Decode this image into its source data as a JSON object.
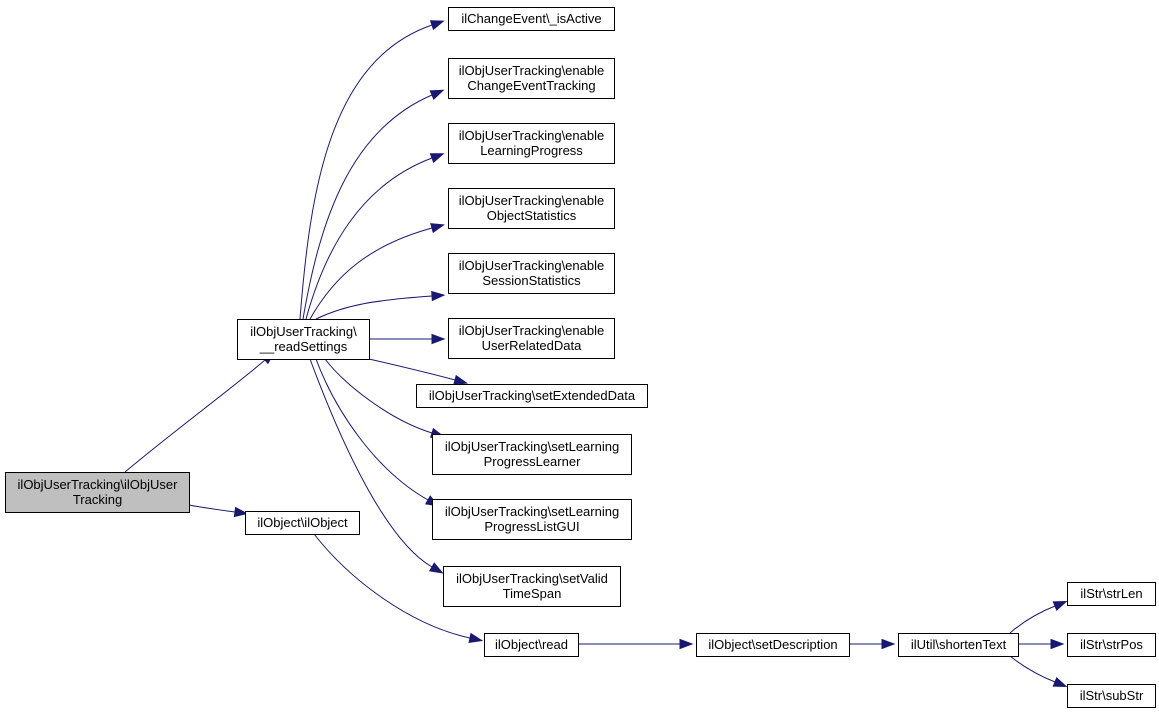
{
  "colors": {
    "edge": "#191970",
    "root_fill": "#bfbfbf",
    "node_fill": "#ffffff",
    "node_stroke": "#000000"
  },
  "nodes": {
    "root": {
      "lines": [
        "ilObjUserTracking\\ilObjUser",
        "Tracking"
      ]
    },
    "readSettings": {
      "lines": [
        "ilObjUserTracking\\",
        "__readSettings"
      ]
    },
    "ilObject": {
      "lines": [
        "ilObject\\ilObject"
      ]
    },
    "isActive": {
      "lines": [
        "ilChangeEvent\\_isActive"
      ]
    },
    "enableChangeEvent": {
      "lines": [
        "ilObjUserTracking\\enable",
        "ChangeEventTracking"
      ]
    },
    "enableLearning": {
      "lines": [
        "ilObjUserTracking\\enable",
        "LearningProgress"
      ]
    },
    "enableObject": {
      "lines": [
        "ilObjUserTracking\\enable",
        "ObjectStatistics"
      ]
    },
    "enableSession": {
      "lines": [
        "ilObjUserTracking\\enable",
        "SessionStatistics"
      ]
    },
    "enableUser": {
      "lines": [
        "ilObjUserTracking\\enable",
        "UserRelatedData"
      ]
    },
    "setExtended": {
      "lines": [
        "ilObjUserTracking\\setExtendedData"
      ]
    },
    "setLearner": {
      "lines": [
        "ilObjUserTracking\\setLearning",
        "ProgressLearner"
      ]
    },
    "setListGUI": {
      "lines": [
        "ilObjUserTracking\\setLearning",
        "ProgressListGUI"
      ]
    },
    "setValid": {
      "lines": [
        "ilObjUserTracking\\setValid",
        "TimeSpan"
      ]
    },
    "read": {
      "lines": [
        "ilObject\\read"
      ]
    },
    "setDescription": {
      "lines": [
        "ilObject\\setDescription"
      ]
    },
    "shortenText": {
      "lines": [
        "ilUtil\\shortenText"
      ]
    },
    "strLen": {
      "lines": [
        "ilStr\\strLen"
      ]
    },
    "strPos": {
      "lines": [
        "ilStr\\strPos"
      ]
    },
    "subStr": {
      "lines": [
        "ilStr\\subStr"
      ]
    }
  },
  "edges": [
    [
      "root",
      "readSettings"
    ],
    [
      "root",
      "ilObject"
    ],
    [
      "readSettings",
      "isActive"
    ],
    [
      "readSettings",
      "enableChangeEvent"
    ],
    [
      "readSettings",
      "enableLearning"
    ],
    [
      "readSettings",
      "enableObject"
    ],
    [
      "readSettings",
      "enableSession"
    ],
    [
      "readSettings",
      "enableUser"
    ],
    [
      "readSettings",
      "setExtended"
    ],
    [
      "readSettings",
      "setLearner"
    ],
    [
      "readSettings",
      "setListGUI"
    ],
    [
      "readSettings",
      "setValid"
    ],
    [
      "ilObject",
      "read"
    ],
    [
      "read",
      "setDescription"
    ],
    [
      "setDescription",
      "shortenText"
    ],
    [
      "shortenText",
      "strLen"
    ],
    [
      "shortenText",
      "strPos"
    ],
    [
      "shortenText",
      "subStr"
    ]
  ]
}
